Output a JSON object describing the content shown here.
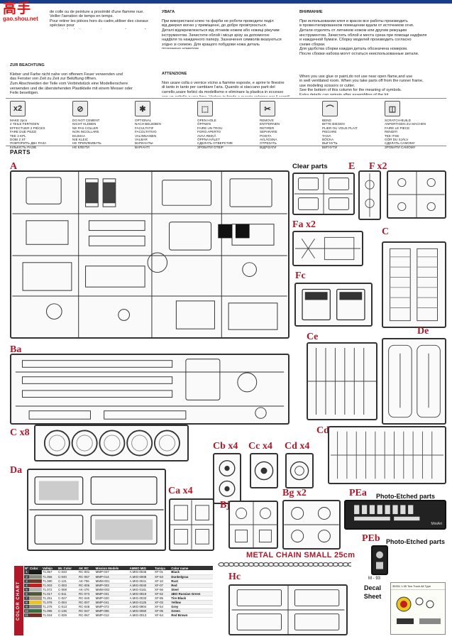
{
  "logo": {
    "cn": "高手",
    "url": "gao.shou.net"
  },
  "text_fr": {
    "body": "de colle ou de peinture a proximité d'une flamme nue.\nVeiller l'aeration de temps en temps.\nPour retirer les pièces hors du cadre,utiliser des ciseaux spéciaux pour\nmaquette le plastique en excès avec un cutter ou une lime.\nVoir la fin de cette colonne pour la signification des symboles.\nAprès l'assemblage peut rester des pièces inutilisées."
  },
  "text_de": {
    "heading": "ZUR BEACHTUNG",
    "body": "Kleber und Farbe nicht nahe von offenem Feuer verwenden und\ndas Fenster von Zeit zu Zeit zur Belüftung öffnen.\nZum Abschneiden der Teile vom Verbindstück eine Modellierschere\nverwenden und die überstehenden Plastikteile mit einem Messer oder\nFeile beseitigen.\nDie Bedeutung der Symbols finden Sie unten in dieser\nNach dem Zusammenbau des Modells kommen erneute Teile übrig bleiben"
  },
  "text_ua": {
    "heading": "УВАГА",
    "body": "При використанні клею та фарби не роботи проводити поділ\nвід джерел вогню у приміщенні, до добре провітрюється.\nДеталі відокремлюються від літників ножем або ножиці ріжучим\nінструментом. Зачистити облой і місця зрізу за допомогою\nнадфіля та наждачного паперу. Зазначення символів вказуються\nзгідно зі схемою. Для кращого побудови ножа деталь\nпозначена номером.\nПісля складання можуть залишатися невикористані деталі."
  },
  "text_it": {
    "heading": "ATTENZIONE",
    "body": "Non usare colla o vernice vicino a fiamme esposte, e aprire le finestre\ndi tanto in tanto per cambiare l'aria. Quando si staccano parti del\ncarrello,usare forbici da modellismo e eliminare la plastica in eccesso\ncon un coltello o una lima. Vedere in fondo a questa colonna per il segnif.\nDopo l'assemblaggio possono rimanere parti inutilizzate."
  },
  "text_ru": {
    "heading": "ВНИМАНИЕ",
    "body": "При использовании клея и красок все работы производить\nв провентилированном помещении вдали от источников огня.\nДетали отделять от литников ножом или другим режущим\nинструментом. Зачистить облой и места среза при помощи надфиля\nи наждачной бумаги. Сборку моделей производить согласно\nсхеме сборки.\nДля удобства сборки каждая деталь обозначена номером.\nПосле сборки набора могут остаться неиспользованные детали."
  },
  "text_en": {
    "body": "When you use glue or paint,do not use near open flame,and use\nin well ventilated room. When you take parts off from the runner frame,\nuse modeling scissors or cutter.\nSee the bottom of this column for the meaning of symbols.\nExtra details can remain after assembling of the kit."
  },
  "symbols": [
    {
      "icon": "x2",
      "text": "MAKE 2pcs\n2 TEILE FERTIGEN\nEFFECTUER 2 PIÈCES\nFARE DUE PEZZI\nTEE 2 KPL\nDOBI 2 ST\nПОВТОРИТЬ ДВА РАЗА\nКІЛЬКІСТЬ РАЗІВ"
    },
    {
      "icon": "⊘",
      "text": "DO NOT CEMENT\nNICHT KLEBEN\nNE PAS COLLER\nNON INCOLLARE\nEILIMAA\nNIE KLEIĆ\nНЕ ПРИКЛЕИВАТЬ\nНЕ КЛЕЇТИ"
    },
    {
      "icon": "✱",
      "text": "OPTIONAL\nNACH BELIEBEN\nFACULTATIF\nFACOLTATIVO\nVALINNAINEN\nVALBAR\nВАРИАНТЫ\nВАРІАНТІ"
    },
    {
      "icon": "⬚",
      "text": "OPEN HOLE\nÖFFNEN\nFAIRE UN TROU\nFORO APERTO\nAVAA REIKÄ\nÖPPNA HÅLET\nСДЕЛАТЬ ОТВЕРСТИЕ\nЗРОБИТИ ОТВІР"
    },
    {
      "icon": "✂",
      "text": "REMOVE\nENTFERNEN\nRETIRER\nSEPARARE\nPOISTA\nAVLÄGSNA\nОТРЕЗАТЬ\nВІДРІЗАТИ"
    },
    {
      "icon": "⌒",
      "text": "BEND\nBITTE BIEGEN\nPLIER OU VOUS PLAIT\nPIEGARE\nTAIVA\nBÖCKA\nВЫГНУТЬ\nВИГНУТИ"
    },
    {
      "icon": "◫",
      "text": "SCRATCH-BUILD\nANFERTIGEN ZU MACHEN\nFAIRE LE PIECE\nRENDITI\nTEE ITSE\nGÖR DU SJÄLV\nСДЕЛАТЬ САМОМУ\nЗРОБИТИ САМОМУ"
    }
  ],
  "parts_title": "PARTS",
  "sprues": [
    {
      "id": "A",
      "label": "A"
    },
    {
      "id": "clear",
      "label": "Clear parts"
    },
    {
      "id": "E",
      "label": "E"
    },
    {
      "id": "F",
      "label": "F x2"
    },
    {
      "id": "Fa",
      "label": "Fa x2"
    },
    {
      "id": "C",
      "label": "C"
    },
    {
      "id": "Fc",
      "label": "Fc"
    },
    {
      "id": "De",
      "label": "De"
    },
    {
      "id": "Ba",
      "label": "Ba"
    },
    {
      "id": "Ce",
      "label": "Ce"
    },
    {
      "id": "Cd",
      "label": "Cd"
    },
    {
      "id": "C8",
      "label": "C x8"
    },
    {
      "id": "Cb",
      "label": "Cb x4"
    },
    {
      "id": "Cc",
      "label": "Cc x4"
    },
    {
      "id": "Cdx",
      "label": "Cd x4"
    },
    {
      "id": "Da",
      "label": "Da"
    },
    {
      "id": "Ca",
      "label": "Ca x4"
    },
    {
      "id": "Bj",
      "label": "Bj"
    },
    {
      "id": "Bg",
      "label": "Bg x2"
    },
    {
      "id": "PEa",
      "label": "PEa"
    },
    {
      "id": "PEb",
      "label": "PEb"
    },
    {
      "id": "Hc",
      "label": "Hc"
    }
  ],
  "pe_caption": "Photo-Etched parts",
  "pe_brand": "MiniArt",
  "pe_code": "M - 93",
  "chain_title": "METAL CHAIN SMALL 25cm",
  "decal": {
    "label": "Decal\nSheet",
    "code": "35331 1:35 Tow Truck All Type"
  },
  "color_chart": {
    "title": "COLOR CHART",
    "headers": [
      "Nº",
      "Color",
      "Vallejo",
      "Mr. Color",
      "AK RC",
      "Mission Models",
      "AMMO MIG",
      "Tamiya",
      "Color name"
    ],
    "rows": [
      {
        "n": "1",
        "hex": "#1a1a1a",
        "vallejo": "71.057",
        "mr": "C-033",
        "ak": "RC-001",
        "mission": "MMP-047",
        "ammo": "A.MIG-0046",
        "tamiya": "XF-01",
        "name": "Black"
      },
      {
        "n": "2",
        "hex": "#8b8b7a",
        "vallejo": "71.056",
        "mr": "C-040",
        "ak": "RC-057",
        "mission": "MMP-014",
        "ammo": "A.MIG-0008",
        "tamiya": "XF-63",
        "name": "Dunkelgrau"
      },
      {
        "n": "3",
        "hex": "#6d3b2a",
        "vallejo": "71.080",
        "mr": "C-131",
        "ak": "AK-706",
        "mission": "MMM-001",
        "ammo": "A.MIG-0041",
        "tamiya": "XF-10",
        "name": "Rust"
      },
      {
        "n": "4",
        "hex": "#c41e1e",
        "vallejo": "71.003",
        "mr": "C-003",
        "ak": "RC-006",
        "mission": "MMP-003",
        "ammo": "A.MIG-0040",
        "tamiya": "XF-07",
        "name": "Red"
      },
      {
        "n": "5",
        "hex": "#b4b4b4",
        "vallejo": "71.072",
        "mr": "C-008",
        "ak": "AK-476",
        "mission": "MMM-002",
        "ammo": "A.MIG-0181",
        "tamiya": "XF-56",
        "name": "Steel"
      },
      {
        "n": "6",
        "hex": "#4f5a35",
        "vallejo": "71.017",
        "mr": "C-511",
        "ak": "RC-073",
        "mission": "MMP-031",
        "ammo": "A.MIG-0919",
        "tamiya": "XF-62",
        "name": "4BO Russian Green"
      },
      {
        "n": "7",
        "hex": "#a99b88",
        "vallejo": "71.251",
        "mr": "C-027",
        "ak": "RC-040",
        "mission": "MMP-020",
        "ammo": "A.MIG-0033",
        "tamiya": "XF-85",
        "name": "Tire Black"
      },
      {
        "n": "8",
        "hex": "#e8c520",
        "vallejo": "71.078",
        "mr": "C-004",
        "ak": "RC-007",
        "mission": "MMP-041",
        "ammo": "A.MIG-0125",
        "tamiya": "XF-03",
        "name": "Yellow"
      },
      {
        "n": "9",
        "hex": "#8c8c8c",
        "vallejo": "71.275",
        "mr": "C-013",
        "ak": "RC-048",
        "mission": "MMP-072",
        "ammo": "A.MIG-0904",
        "tamiya": "XF-54",
        "name": "Grey"
      },
      {
        "n": "10",
        "hex": "#3e6b3a",
        "vallejo": "71.096",
        "mr": "C-136",
        "ak": "RC-047",
        "mission": "MMP-006",
        "ammo": "A.MIG-0060",
        "tamiya": "XF-05",
        "name": "Green"
      },
      {
        "n": "11",
        "hex": "#7a2a22",
        "vallejo": "71.018",
        "mr": "C-029",
        "ak": "RC-067",
        "mission": "MMP-012",
        "ammo": "A.MIG-0013",
        "tamiya": "XF-64",
        "name": "Red Brown"
      }
    ]
  }
}
